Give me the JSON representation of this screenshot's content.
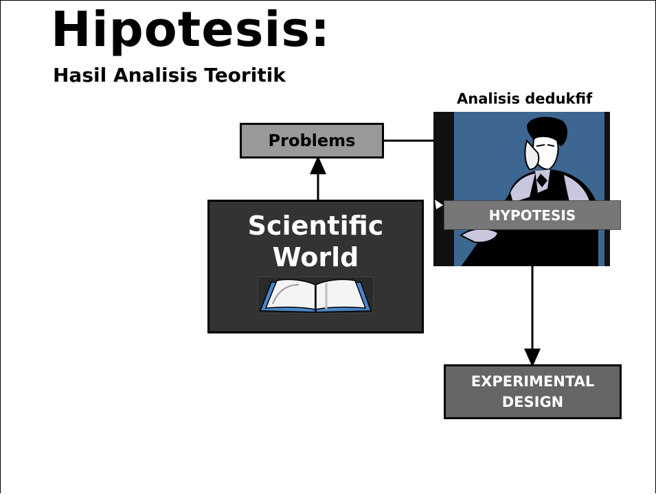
{
  "title": "Hipotesis:",
  "subtitle": "Hasil Analisis Teoritik",
  "caption": "Analisis dedukfif",
  "boxes": {
    "problems": "Problems",
    "scientific_line1": "Scientific",
    "scientific_line2": "World",
    "hypotesis": "HYPOTESIS",
    "experimental_line1": "EXPERIMENTAL",
    "experimental_line2": "DESIGN"
  },
  "icons": [
    "book-icon",
    "thinker-clipart"
  ],
  "colors": {
    "photo_bg": "#3d6691",
    "box_dark": "#333333",
    "box_mid": "#666666",
    "box_light": "#999999"
  }
}
